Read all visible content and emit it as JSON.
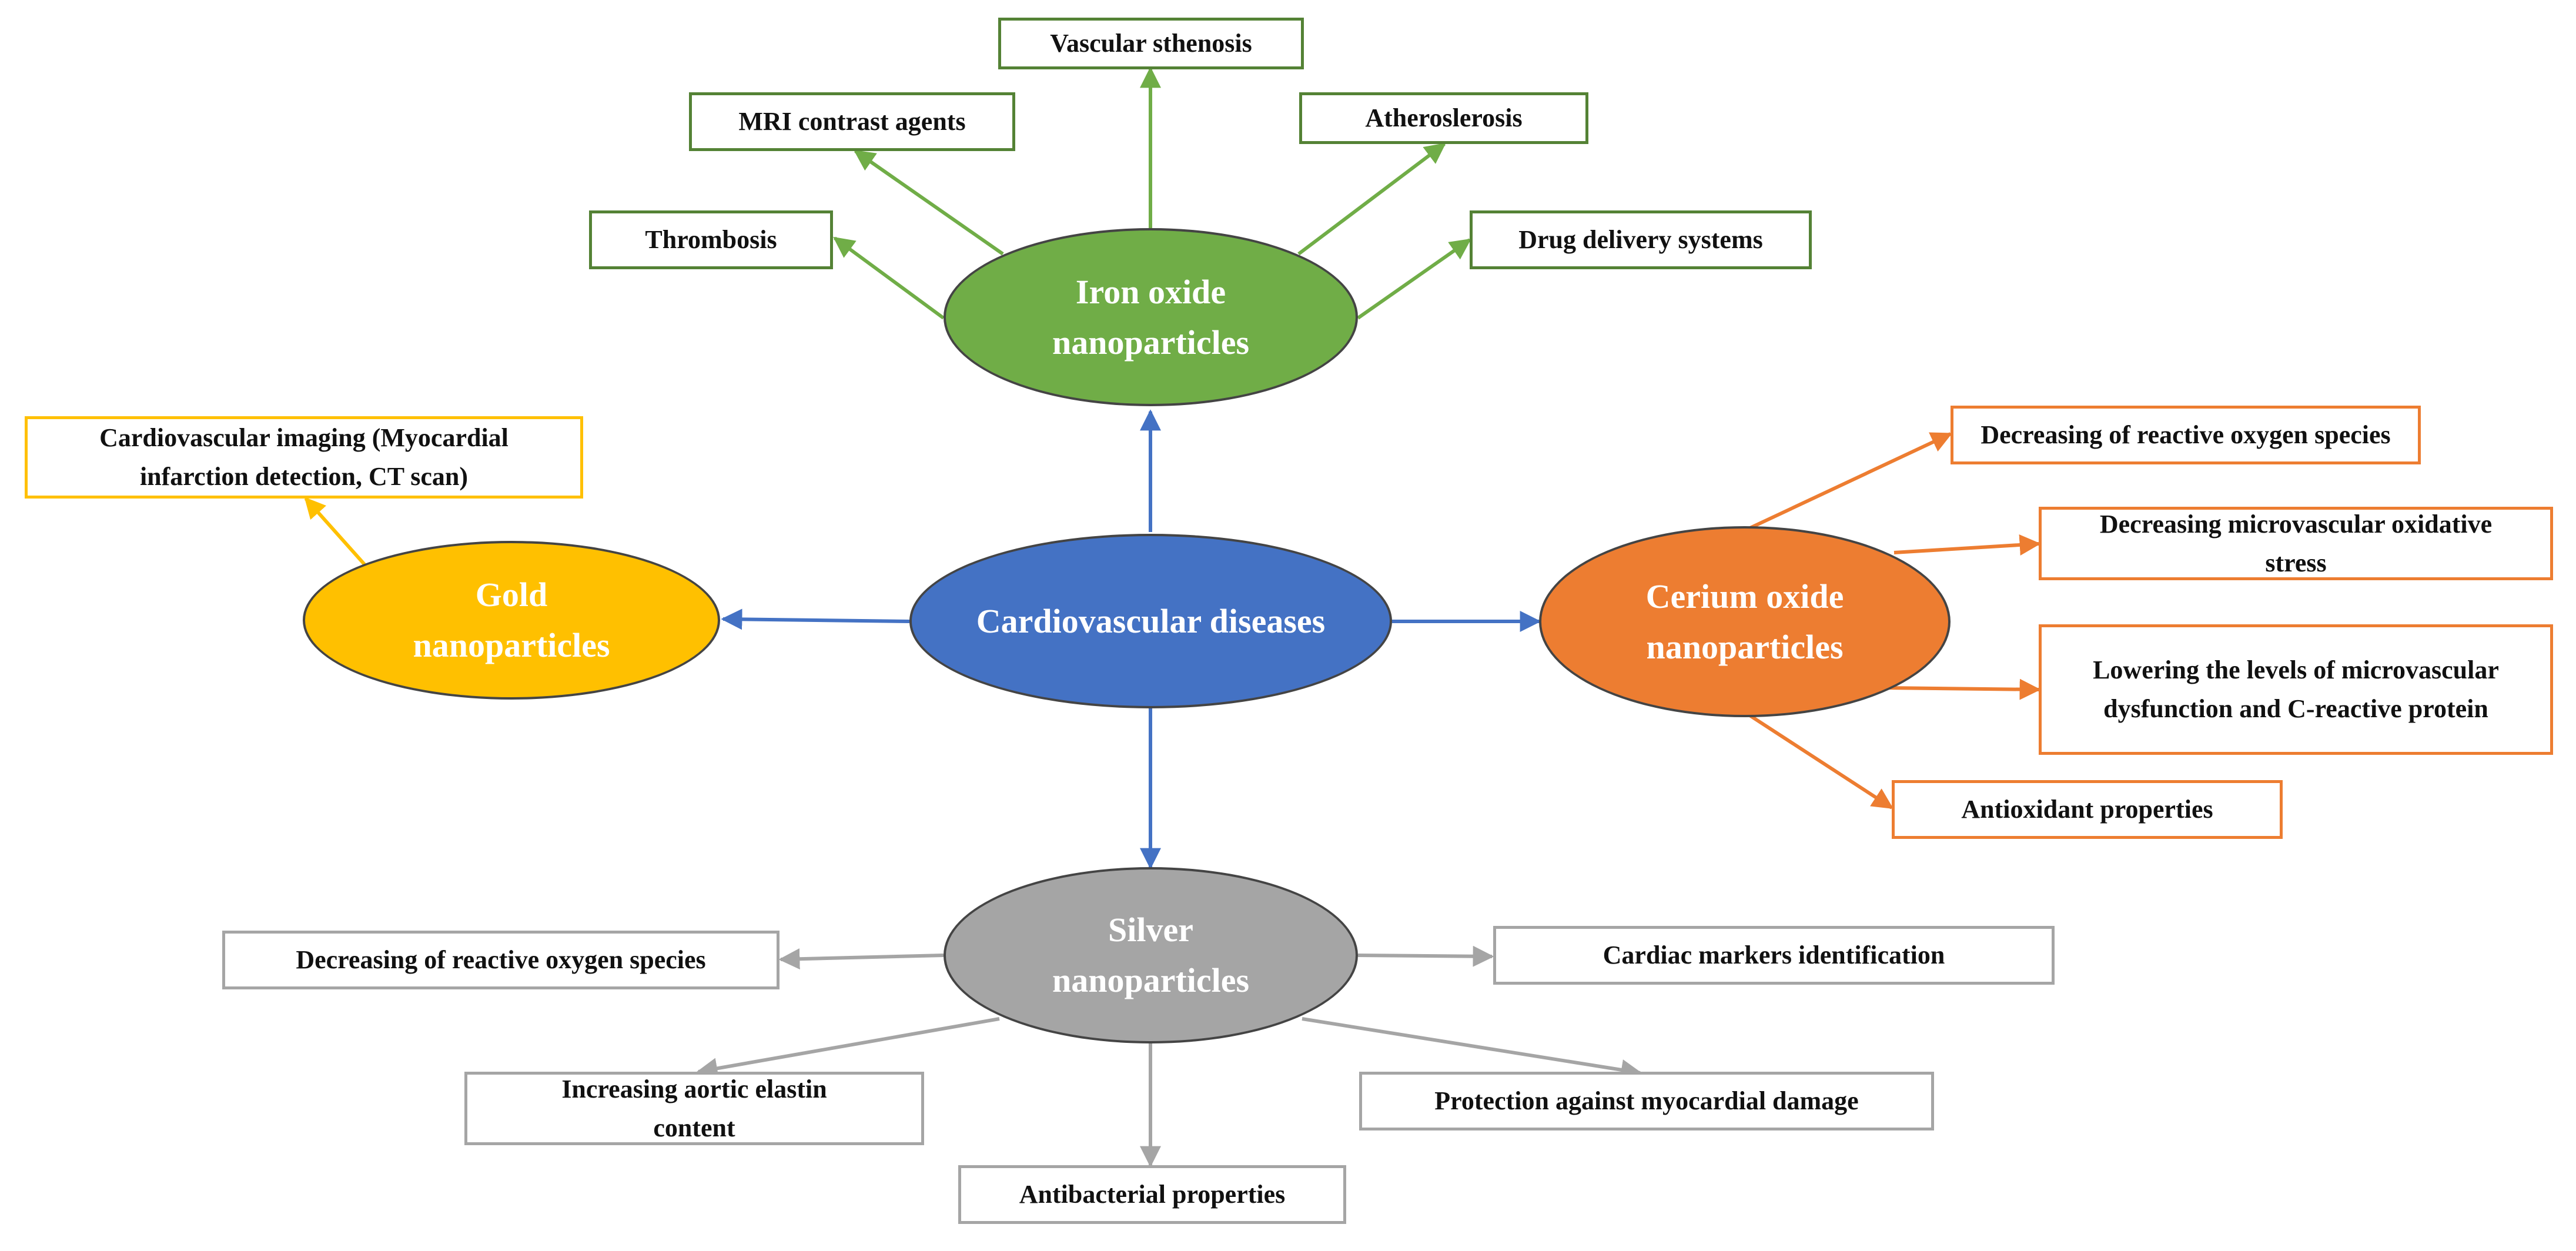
{
  "colors": {
    "center": "#4472c4",
    "iron": "#70ad47",
    "gold": "#ffc000",
    "cerium": "#ed7d31",
    "silver": "#a5a5a5"
  },
  "center": {
    "label": "Cardiovascular diseases"
  },
  "hubs": {
    "iron": {
      "label": "Iron oxide nanoparticles"
    },
    "gold": {
      "label": "Gold nanoparticles"
    },
    "cerium": {
      "label": "Cerium oxide nanoparticles"
    },
    "silver": {
      "label": "Silver nanoparticles"
    }
  },
  "iron_items": [
    "Vascular sthenosis",
    "MRI contrast agents",
    "Atheroslerosis",
    "Thrombosis",
    "Drug delivery systems"
  ],
  "gold_items": [
    "Cardiovascular imaging (Myocardial infarction detection, CT scan)"
  ],
  "cerium_items": [
    "Decreasing of reactive oxygen species",
    "Decreasing microvascular oxidative stress",
    "Lowering the levels of microvascular dysfunction and C-reactive protein",
    "Antioxidant properties"
  ],
  "silver_items": [
    "Decreasing of reactive oxygen species",
    "Cardiac markers identification",
    "Increasing aortic elastin content",
    "Protection against myocardial damage",
    "Antibacterial properties"
  ]
}
